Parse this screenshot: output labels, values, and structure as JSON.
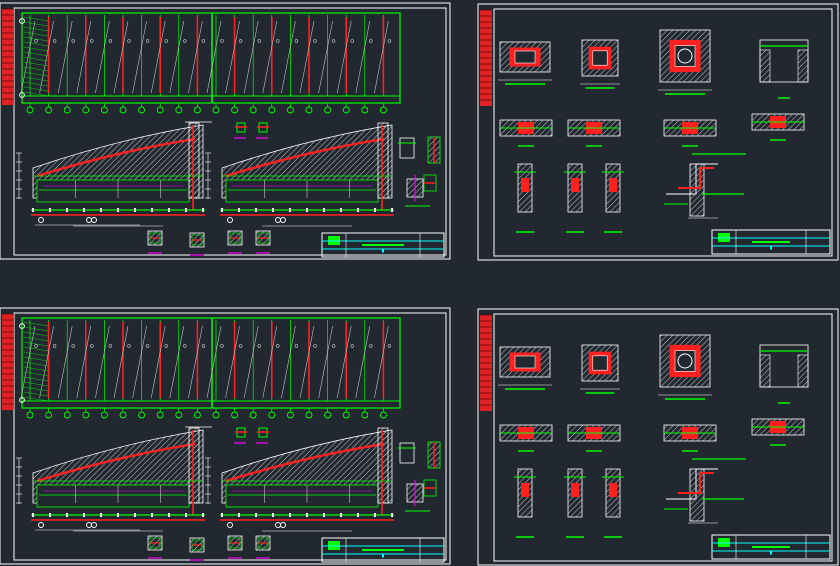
{
  "colors": {
    "background": "#212830",
    "frame": "#ffffff",
    "structure": "#00ff00",
    "rebar": "#ff2020",
    "hatch": "#c8c8c8",
    "accent": "#00ffff",
    "label": "#ff00ff",
    "dimension": "#ffff00"
  },
  "sheets": [
    {
      "id": "sheet-1",
      "kind": "plan-and-elevation"
    },
    {
      "id": "sheet-2",
      "kind": "section-details"
    },
    {
      "id": "sheet-3",
      "kind": "plan-and-elevation"
    },
    {
      "id": "sheet-4",
      "kind": "section-details"
    }
  ]
}
